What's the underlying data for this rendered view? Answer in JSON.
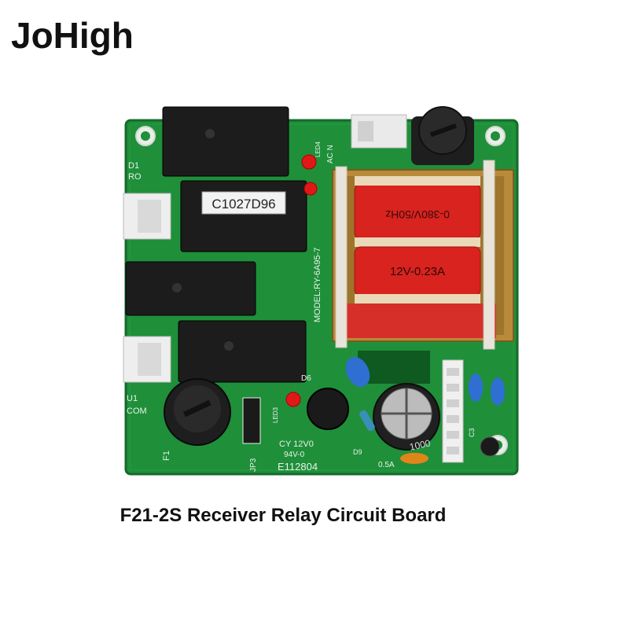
{
  "brand": {
    "name": "JoHigh"
  },
  "caption": {
    "text": "F21-2S Receiver Relay Circuit Board"
  },
  "board": {
    "relay_label": "C1027D96",
    "transformer_primary": "0-380V/50Hz",
    "transformer_secondary": "12V-0.23A",
    "model_text": "MODEL:RY-6A95-7",
    "code_text": "E112804",
    "cy_text": "CY 12V0",
    "rating_text": "94V-0",
    "fuse_rating": "0.5A",
    "silk_d1": "D1",
    "silk_ro": "RO",
    "silk_u1": "U1",
    "silk_com": "COM",
    "silk_f1": "F1",
    "silk_jp3": "JP3",
    "silk_led3": "LED3",
    "silk_led4": "LED4",
    "silk_d6": "D6",
    "silk_d9": "D9",
    "silk_c3": "C3",
    "silk_acn": "AC N",
    "cap_value": "1000"
  },
  "colors": {
    "pcb_green": "#1f8f3a",
    "relay_black": "#1c1c1c",
    "coil_red": "#d8231f",
    "led_red": "#e01818",
    "cap_blue": "#2f6fd1"
  }
}
